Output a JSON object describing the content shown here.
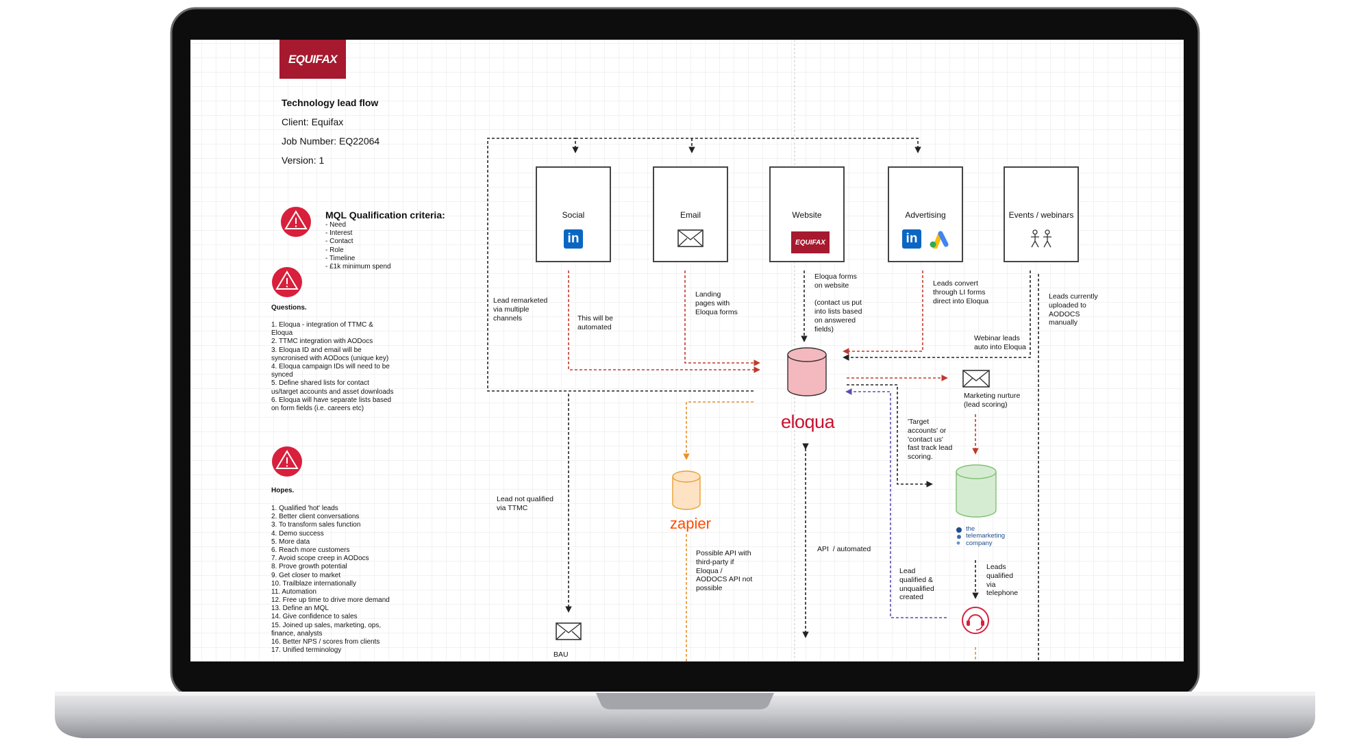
{
  "logo": {
    "text": "EQUIFAX"
  },
  "header": {
    "title": "Technology lead flow",
    "client": "Client: Equifax",
    "job_number": "Job Number: EQ22064",
    "version": "Version: 1"
  },
  "mql": {
    "title": "MQL Qualification criteria:",
    "items": [
      "- Need",
      "- Interest",
      "- Contact",
      "- Role",
      "- Timeline",
      "- £1k minimum spend"
    ]
  },
  "questions": {
    "title": "Questions.",
    "items": [
      "1. Eloqua - integration of TTMC &",
      "Eloqua",
      "2. TTMC integration with AODocs",
      "3. Eloqua ID and email will be",
      "syncronised with AODocs (unique key)",
      "4. Eloqua campaign IDs will need to be",
      "synced",
      "5. Define shared lists for contact",
      "us/target accounts and asset downloads",
      "6. Eloqua will have separate lists based",
      "on form fields (i.e. careers etc)"
    ]
  },
  "hopes": {
    "title": "Hopes.",
    "items": [
      "1. Qualified 'hot' leads",
      "2. Better client conversations",
      "3. To transform sales function",
      "4. Demo success",
      "5. More data",
      "6. Reach more customers",
      "7. Avoid scope creep in AODocs",
      "8. Prove growth potential",
      "9. Get closer to market",
      "10. Trailblaze internationally",
      "11. Automation",
      "12. Free up time to drive more demand",
      "13. Define an MQL",
      "14. Give confidence to sales",
      "15. Joined up sales, marketing, ops,",
      "finance, analysts",
      "16. Better NPS / scores from clients",
      "17. Unified terminology"
    ]
  },
  "channels": [
    {
      "label": "Social"
    },
    {
      "label": "Email"
    },
    {
      "label": "Website"
    },
    {
      "label": "Advertising"
    },
    {
      "label": "Events / webinars"
    }
  ],
  "brands": {
    "eloqua": "eloqua",
    "zapier": "zapier",
    "equifax_small": "EQUIFAX",
    "ttmc": [
      "the",
      "telemarketing",
      "company"
    ]
  },
  "annotations": {
    "lead_remarketed": "Lead remarketed\nvia multiple\nchannels",
    "automated": "This will be\nautomated",
    "landing": "Landing\npages with\nEloqua forms",
    "eloqua_forms": "Eloqua forms\non website\n\n(contact us put\ninto lists based\non answered\nfields)",
    "leads_convert": "Leads convert\nthrough LI forms\ndirect into Eloqua",
    "leads_uploaded": "Leads currently\nuploaded to\nAODOCS\nmanually",
    "webinar": "Webinar leads\nauto into Eloqua",
    "nurture": "Marketing nurture\n(lead scoring)",
    "target_accounts": "'Target\naccounts' or\n'contact us'\nfast track lead\nscoring.",
    "not_qualified": "Lead not qualified\nvia TTMC",
    "possible_api": "Possible API with\nthird-party if\nEloqua /\nAODOCS API not\npossible",
    "api": "API  / automated",
    "lead_qualified": "Lead\nqualified &\nunqualified\ncreated",
    "leads_telephone": "Leads\nqualified\nvia\ntelephone",
    "bau": "BAU"
  },
  "colors": {
    "brand_red": "#a6192e",
    "warning_red": "#d81f3c",
    "arrow_black": "#222222",
    "arrow_red": "#c0392b",
    "arrow_orange": "#e8902a",
    "arrow_purple": "#5b4fb0",
    "eloqua_db_fill": "#f4b8bf",
    "zapier_db_fill": "#fde2c4",
    "ttmc_db_fill": "#d6ecd2"
  }
}
